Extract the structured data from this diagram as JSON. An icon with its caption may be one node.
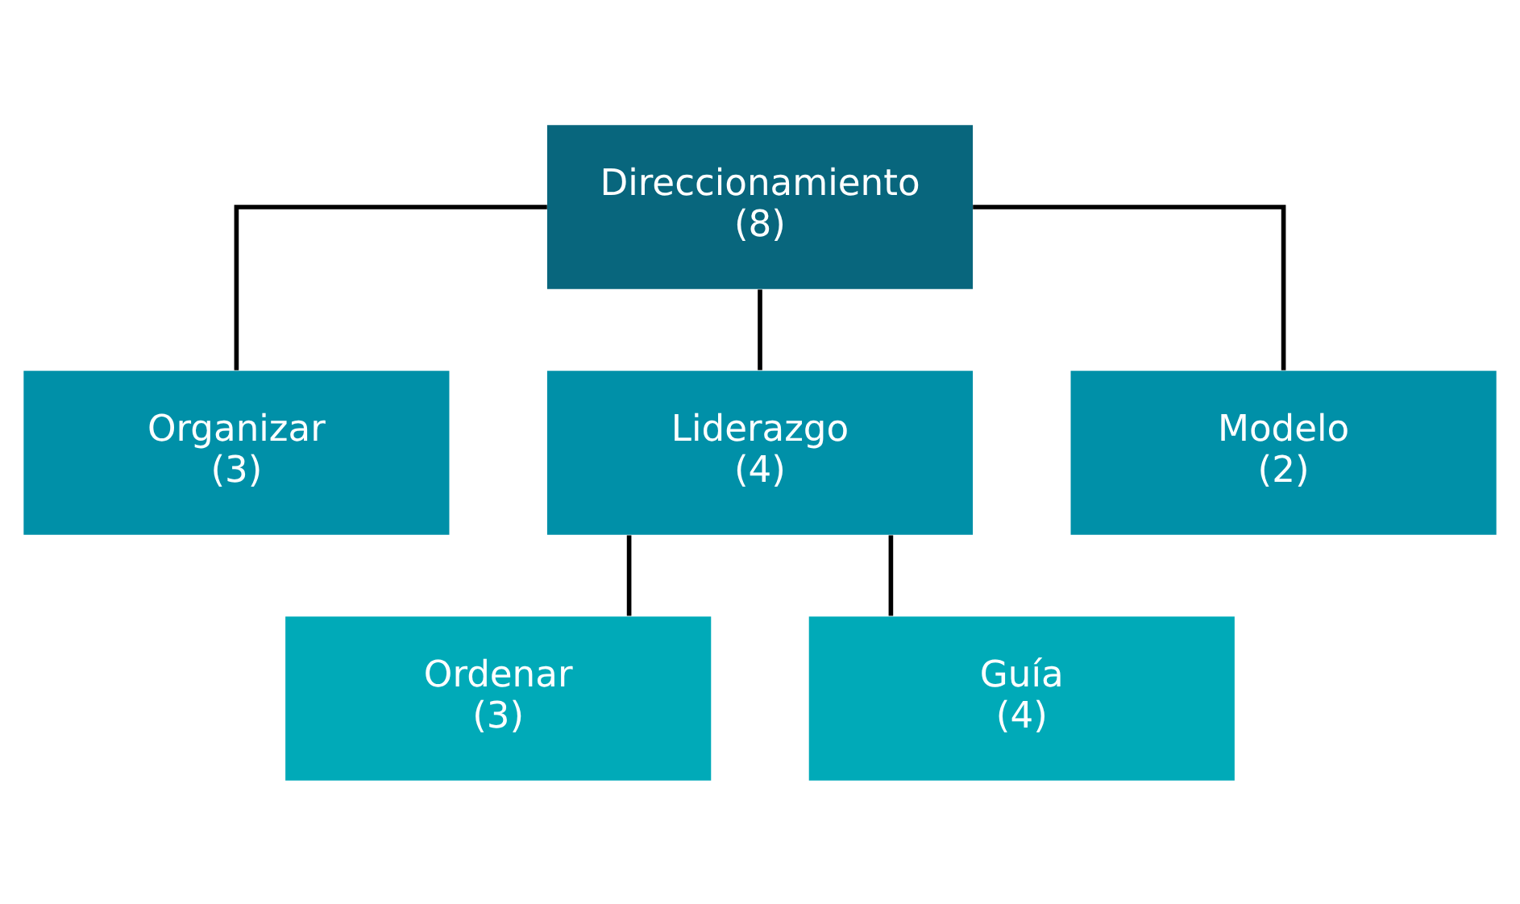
{
  "diagram": {
    "nodes": [
      {
        "text": [
          "Direccionamiento",
          "(8)"
        ]
      },
      {
        "text": [
          "Organizar",
          "(3)"
        ]
      },
      {
        "text": [
          "Liderazgo",
          "(4)"
        ]
      },
      {
        "text": [
          "Modelo",
          "(2)"
        ]
      },
      {
        "text": [
          "Ordenar",
          "(3)"
        ]
      },
      {
        "text": [
          "Guía",
          "(4)"
        ]
      }
    ],
    "edges": [
      {
        "from": 0,
        "to": 1,
        "arrow": "none"
      },
      {
        "from": 0,
        "to": 2,
        "arrow": "none"
      },
      {
        "from": 0,
        "to": 3,
        "arrow": "none"
      },
      {
        "from": 2,
        "to": 4,
        "arrow": "none"
      },
      {
        "from": 2,
        "to": 5,
        "arrow": "none"
      }
    ]
  }
}
